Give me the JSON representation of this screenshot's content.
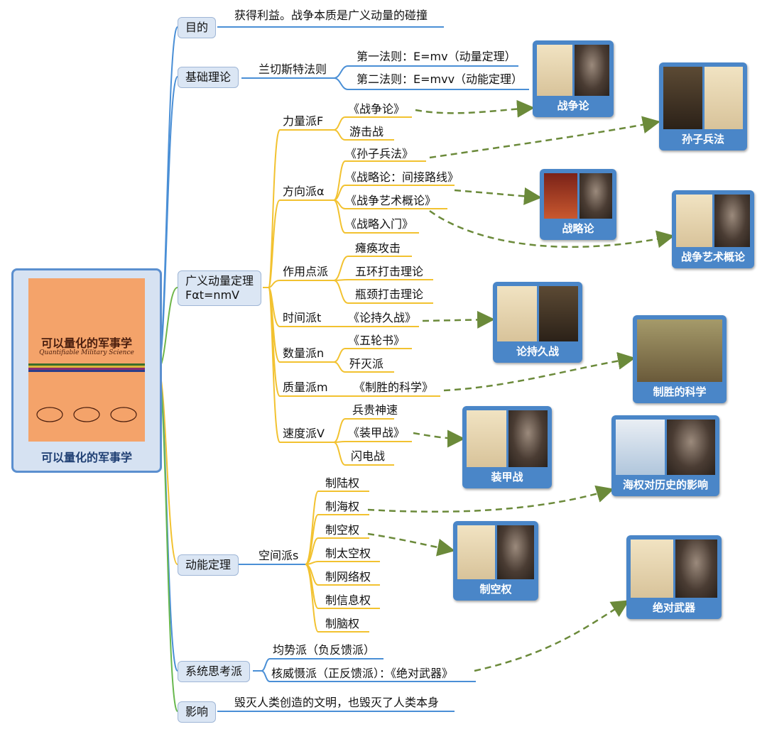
{
  "root": {
    "title": "可以量化的军事学",
    "cover_title": "可以量化的军事学",
    "cover_subtitle": "Quantifiable Military Science"
  },
  "branches": {
    "purpose": {
      "label": "目的",
      "text": "获得利益。战争本质是广义动量的碰撞"
    },
    "basic": {
      "label": "基础理论",
      "sub": "兰切斯特法则",
      "law1": "第一法则：E=mv（动量定理）",
      "law2": "第二法则：E=mvv（动能定理）"
    },
    "momentum": {
      "label_line1": "广义动量定理",
      "label_line2": "Fαt=nmV",
      "schools": {
        "force": {
          "label": "力量派F",
          "items": [
            "《战争论》",
            "游击战"
          ]
        },
        "direction": {
          "label": "方向派α",
          "items": [
            "《孙子兵法》",
            "《战略论：间接路线》",
            "《战争艺术概论》",
            "《战略入门》"
          ]
        },
        "point": {
          "label": "作用点派",
          "items": [
            "瘫痪攻击",
            "五环打击理论",
            "瓶颈打击理论"
          ]
        },
        "time": {
          "label": "时间派t",
          "items": [
            "《论持久战》"
          ]
        },
        "number": {
          "label": "数量派n",
          "items": [
            "《五轮书》",
            "歼灭派"
          ]
        },
        "quality": {
          "label": "质量派m",
          "items": [
            "《制胜的科学》"
          ]
        },
        "speed": {
          "label": "速度派V",
          "items": [
            "兵贵神速",
            "《装甲战》",
            "闪电战"
          ]
        }
      }
    },
    "kinetic": {
      "label": "动能定理",
      "sub": "空间派s",
      "items": [
        "制陆权",
        "制海权",
        "制空权",
        "制太空权",
        "制网络权",
        "制信息权",
        "制脑权"
      ]
    },
    "systems": {
      "label": "系统思考派",
      "item1": "均势派（负反馈派）",
      "item2": "核威慑派（正反馈派）：《绝对武器》"
    },
    "impact": {
      "label": "影响",
      "text": "毁灭人类创造的文明，也毁灭了人类本身"
    }
  },
  "cards": {
    "zhanzhenglun": "战争论",
    "sunzi": "孙子兵法",
    "zhanluelun": "战略论",
    "zhanzhengyishu": "战争艺术概论",
    "chijiu": "论持久战",
    "zhisheng": "制胜的科学",
    "zhuangjia": "装甲战",
    "haiquan": "海权对历史的影响",
    "zhikong": "制空权",
    "juedui": "绝对武器"
  },
  "colors": {
    "branch_line": "#4a8fd6",
    "kinetic_line": "#f2c230",
    "impact_line": "#68b84e",
    "dashed_arrow": "#6b8a3a",
    "card_bg": "#4a86c8",
    "root_border": "#5b8fcf"
  }
}
